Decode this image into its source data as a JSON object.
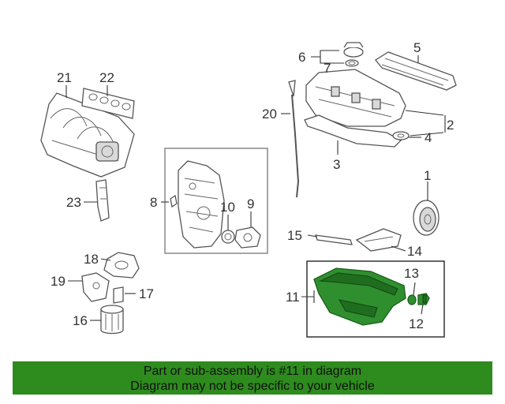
{
  "callouts": {
    "c1": "1",
    "c2": "2",
    "c3": "3",
    "c4": "4",
    "c5": "5",
    "c6": "6",
    "c7": "7",
    "c8": "8",
    "c9": "9",
    "c10": "10",
    "c11": "11",
    "c12": "12",
    "c13": "13",
    "c14": "14",
    "c15": "15",
    "c16": "16",
    "c17": "17",
    "c18": "18",
    "c19": "19",
    "c20": "20",
    "c21": "21",
    "c22": "22",
    "c23": "23"
  },
  "highlighted_part": "11",
  "colors": {
    "highlight": "#2e8b1e",
    "banner": "#2e8b1e",
    "line": "#555555"
  },
  "banner": {
    "line1": "Part or sub-assembly is #11 in diagram",
    "line2": "Diagram may not be specific to your vehicle"
  }
}
